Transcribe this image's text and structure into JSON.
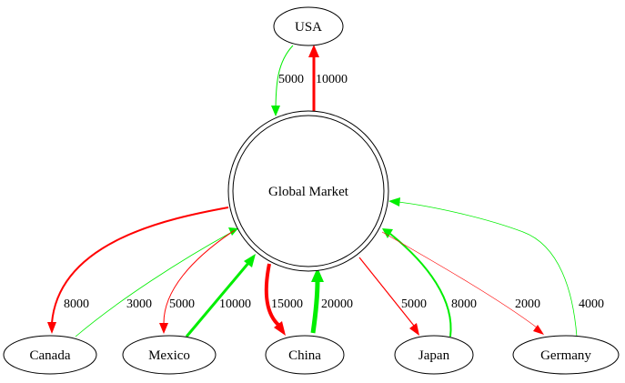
{
  "colors": {
    "export_edge": "#ff0000",
    "import_edge": "#00ee00",
    "node_stroke": "#000000"
  },
  "nodes": {
    "hub": "Global Market",
    "usa": "USA",
    "canada": "Canada",
    "mexico": "Mexico",
    "china": "China",
    "japan": "Japan",
    "germany": "Germany"
  },
  "edges": [
    {
      "id": "usa_import",
      "from": "Global Market",
      "to": "USA",
      "color": "red",
      "label": "10000"
    },
    {
      "id": "usa_export",
      "from": "USA",
      "to": "Global Market",
      "color": "green",
      "label": "5000"
    },
    {
      "id": "canada_import",
      "from": "Global Market",
      "to": "Canada",
      "color": "red",
      "label": "8000"
    },
    {
      "id": "canada_export",
      "from": "Canada",
      "to": "Global Market",
      "color": "green",
      "label": "3000"
    },
    {
      "id": "mexico_import",
      "from": "Global Market",
      "to": "Mexico",
      "color": "red",
      "label": "5000"
    },
    {
      "id": "mexico_export",
      "from": "Mexico",
      "to": "Global Market",
      "color": "green",
      "label": "10000"
    },
    {
      "id": "china_import",
      "from": "Global Market",
      "to": "China",
      "color": "red",
      "label": "15000"
    },
    {
      "id": "china_export",
      "from": "China",
      "to": "Global Market",
      "color": "green",
      "label": "20000"
    },
    {
      "id": "japan_import",
      "from": "Global Market",
      "to": "Japan",
      "color": "red",
      "label": "5000"
    },
    {
      "id": "japan_export",
      "from": "Japan",
      "to": "Global Market",
      "color": "green",
      "label": "8000"
    },
    {
      "id": "germany_import",
      "from": "Global Market",
      "to": "Germany",
      "color": "red",
      "label": "2000"
    },
    {
      "id": "germany_export",
      "from": "Germany",
      "to": "Global Market",
      "color": "green",
      "label": "4000"
    }
  ]
}
